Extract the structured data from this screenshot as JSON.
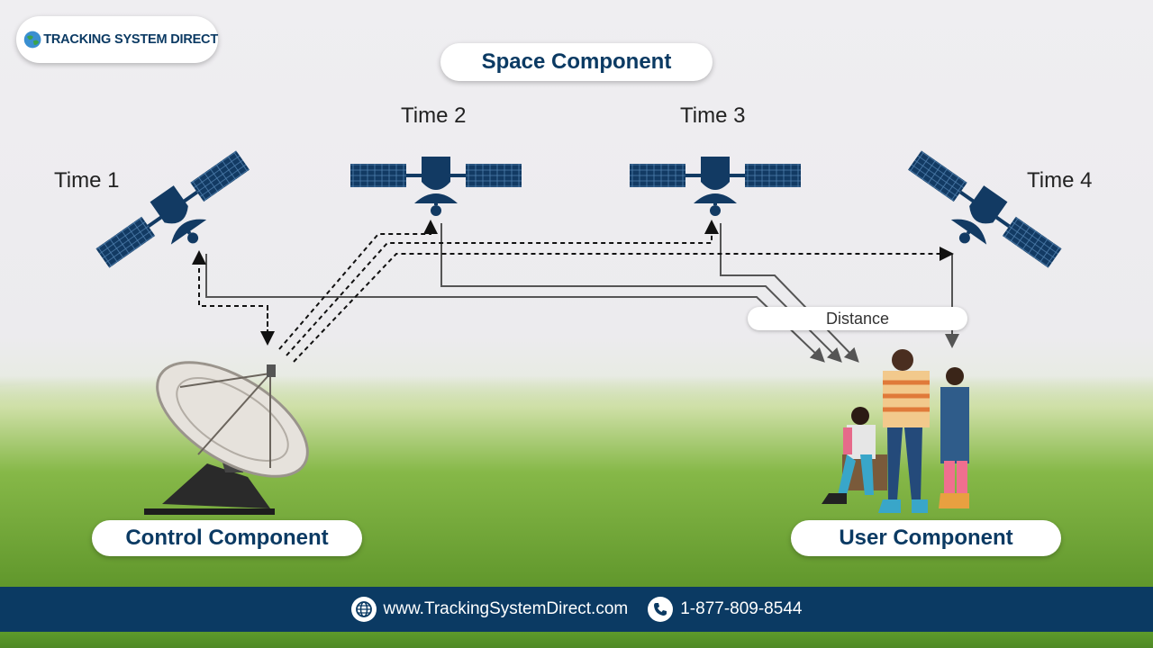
{
  "brand": {
    "name": "TRACKING SYSTEM DIRECT",
    "logo_icon": "globe-icon"
  },
  "header": {
    "title": "Space Component"
  },
  "satellites": [
    {
      "label": "Time 1"
    },
    {
      "label": "Time 2"
    },
    {
      "label": "Time 3"
    },
    {
      "label": "Time 4"
    }
  ],
  "annotations": {
    "distance": "Distance"
  },
  "components": {
    "control": "Control Component",
    "user": "User Component"
  },
  "footer": {
    "website": "www.TrackingSystemDirect.com",
    "phone": "1-877-809-8544",
    "website_icon": "globe-icon",
    "phone_icon": "phone-icon"
  },
  "colors": {
    "navy": "#0b3a63",
    "satellite": "#123a63",
    "arrow": "#555555",
    "grass": "#6da531",
    "sky": "#efeef1"
  }
}
